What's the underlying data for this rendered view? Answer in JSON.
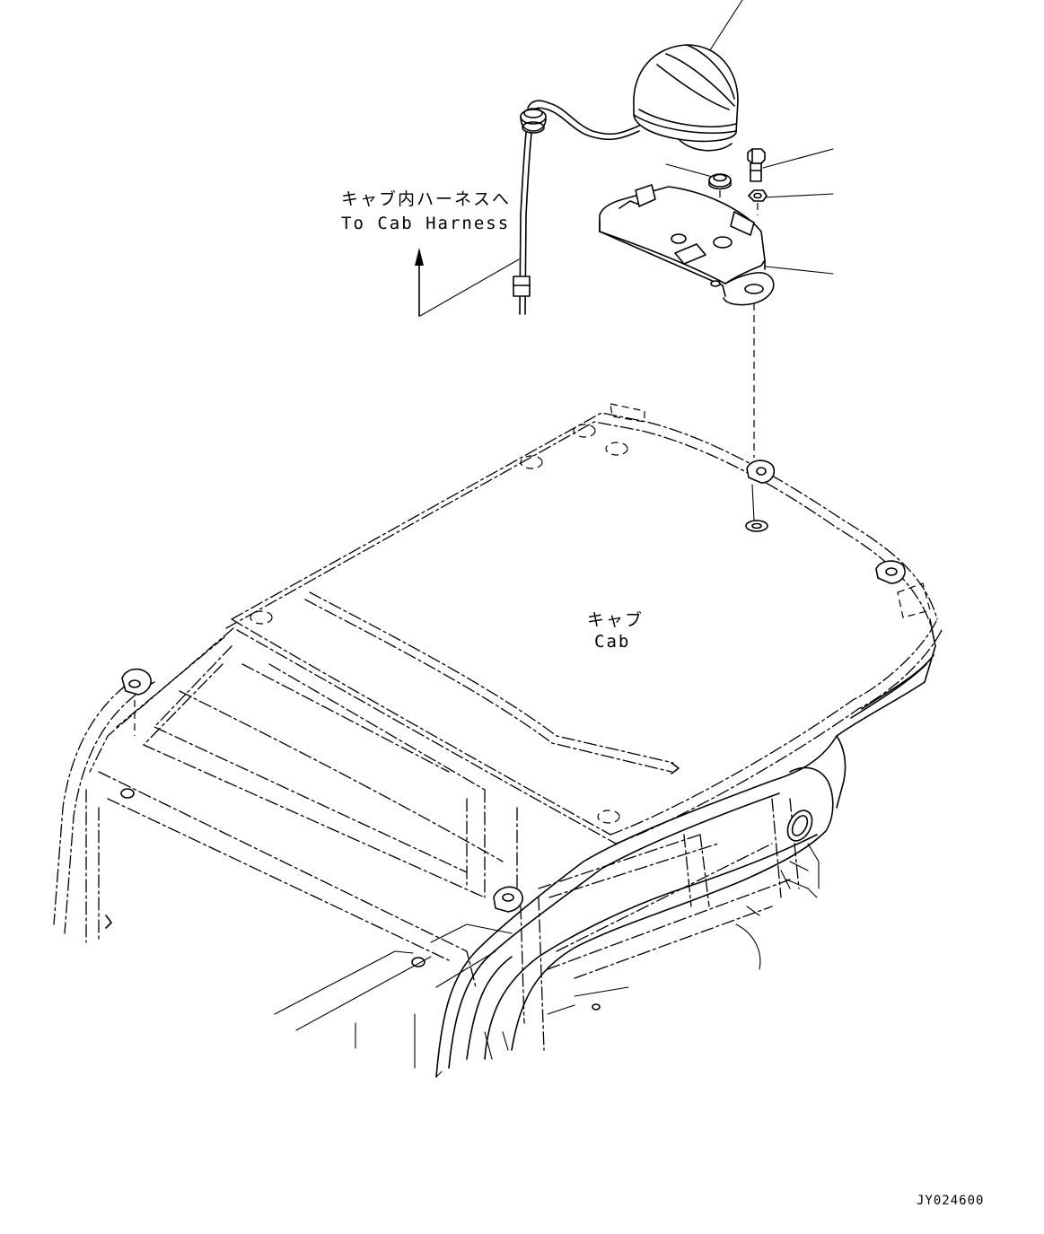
{
  "labels": {
    "harness_jp": "キャブ内ハーネスへ",
    "harness_en": "To Cab Harness",
    "cab_jp": "キャブ",
    "cab_en": "Cab",
    "drawing_code": "JY024600"
  },
  "colors": {
    "line": "#000000",
    "background": "#ffffff"
  }
}
